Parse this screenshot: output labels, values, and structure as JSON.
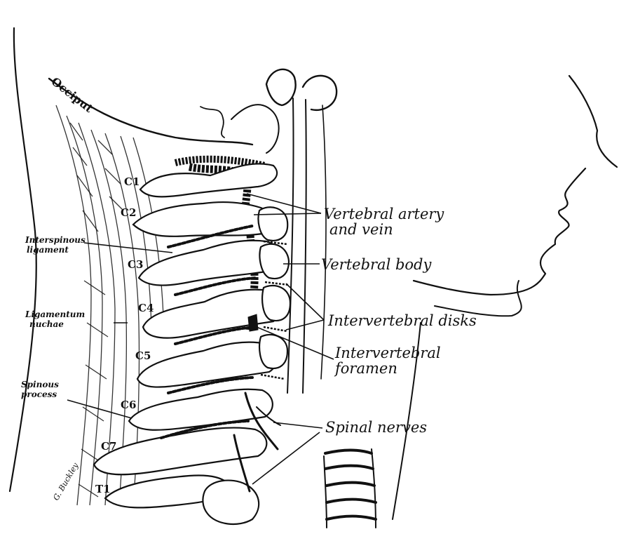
{
  "labels": {
    "occiput": "Occiput",
    "c1": "C1",
    "c2": "C2",
    "c3": "C3",
    "c4": "C4",
    "c5": "C5",
    "c6": "C6",
    "c7": "C7",
    "t1": "T1",
    "interspinous_1": "Interspinous",
    "interspinous_2": "ligament",
    "ligamentum_1": "Ligamentum",
    "ligamentum_2": "nuchae",
    "spinous_1": "Spinous",
    "spinous_2": "process",
    "vertebral_artery_1": "Vertebral artery",
    "vertebral_artery_2": "and vein",
    "vertebral_body": "Vertebral body",
    "intervertebral_disks": "Intervertebral disks",
    "intervertebral_foramen_1": "Intervertebral",
    "intervertebral_foramen_2": "foramen",
    "spinal_nerves": "Spinal nerves",
    "signature": "G. Buckley"
  }
}
